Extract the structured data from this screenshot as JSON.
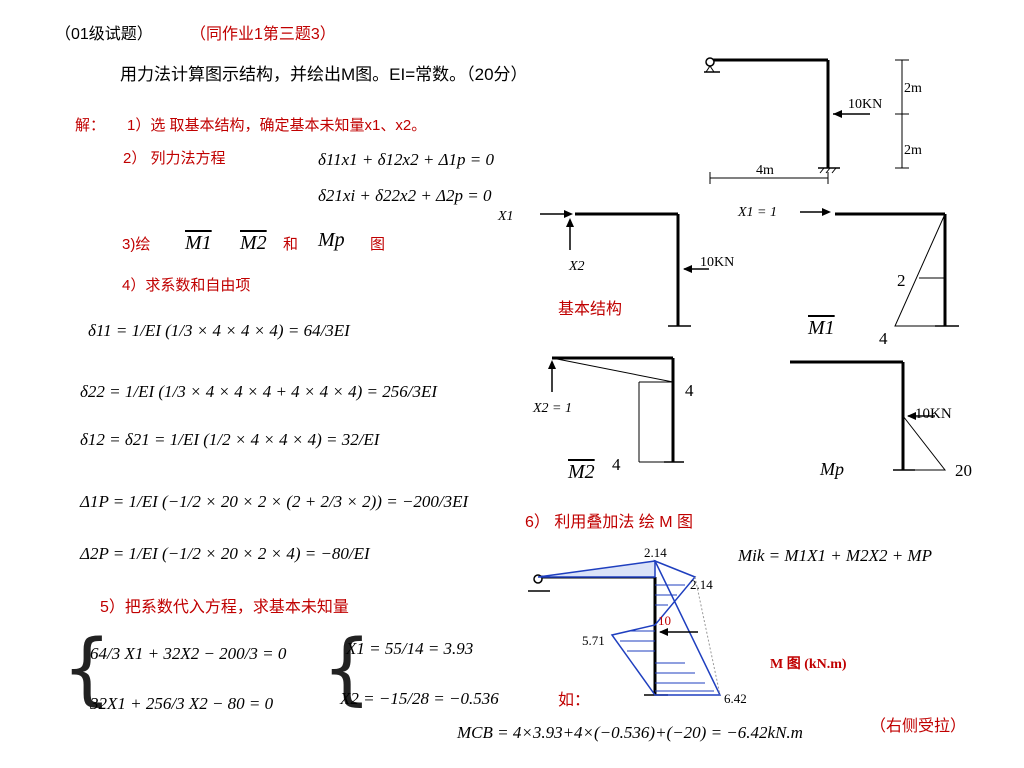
{
  "header": {
    "title_black_1": "（01级试题）",
    "title_red": "（同作业1第三题3）",
    "problem": "用力法计算图示结构，并绘出M图。EI=常数。（20分）"
  },
  "solution": {
    "label": "解：",
    "step1": "1）选 取基本结构，确定基本未知量x1、x2。",
    "step2": "2）  列力法方程",
    "eq1": "δ11x1 + δ12x2 + Δ1p = 0",
    "eq2": "δ21xi + δ22x2 + Δ2p = 0",
    "step3_prefix": "3)绘",
    "step3_m1": "M1",
    "step3_m2": "M2",
    "step3_and": "和",
    "step3_mp": "Mp",
    "step3_suffix": "图",
    "step4": "4）求系数和自由项",
    "d11": "δ11 = 1/EI (1/3 × 4 × 4 × 4) = 64/3EI",
    "d22": "δ22 = 1/EI (1/3 × 4 × 4 × 4 + 4 × 4 × 4) = 256/3EI",
    "d12": "δ12 = δ21 = 1/EI (1/2 × 4 × 4 × 4) = 32/EI",
    "D1P": "Δ1P = 1/EI (−1/2 × 20 × 2 × (2 + 2/3 × 2)) = −200/3EI",
    "D2P": "Δ2P = 1/EI (−1/2 × 20 × 2 × 4) = −80/EI",
    "step5": "5）把系数代入方程，求基本未知量",
    "sys1": "64/3 X1 + 32X2 − 200/3 = 0",
    "sys2": "32X1 + 256/3 X2 − 80 = 0",
    "res1": "X1 = 55/14 = 3.93",
    "res2": "X2 = −15/28 = −0.536",
    "step6": "6）  利用叠加法  绘  M 图",
    "superpose": "Mik = M1X1 + M2X2 + MP",
    "example_label": "如：",
    "example_eq": "MCB = 4×3.93+4×(−0.536)+(−20) = −6.42kN.m",
    "example_note": "（右侧受拉）"
  },
  "figures": {
    "structure": {
      "dim_2m_top": "2m",
      "dim_2m_bottom": "2m",
      "dim_4m": "4m",
      "load": "10KN"
    },
    "basic": {
      "x1": "X1",
      "x2": "X2",
      "load": "10KN",
      "caption": "基本结构"
    },
    "m1": {
      "unit": "X1 = 1",
      "v2": "2",
      "v4": "4",
      "label": "M1"
    },
    "m2": {
      "unit": "X2 = 1",
      "v4_right": "4",
      "v4_bottom": "4",
      "label": "M2"
    },
    "mp": {
      "load": "10KN",
      "v20": "20",
      "label": "Mp"
    },
    "mfinal": {
      "v214_top": "2.14",
      "v214_right": "2.14",
      "v10": "10",
      "v571": "5.71",
      "v642": "6.42",
      "caption": "M 图 (kN.m)"
    }
  },
  "colors": {
    "red": "#c00000",
    "blue": "#1f3fbf",
    "black": "#000000"
  }
}
